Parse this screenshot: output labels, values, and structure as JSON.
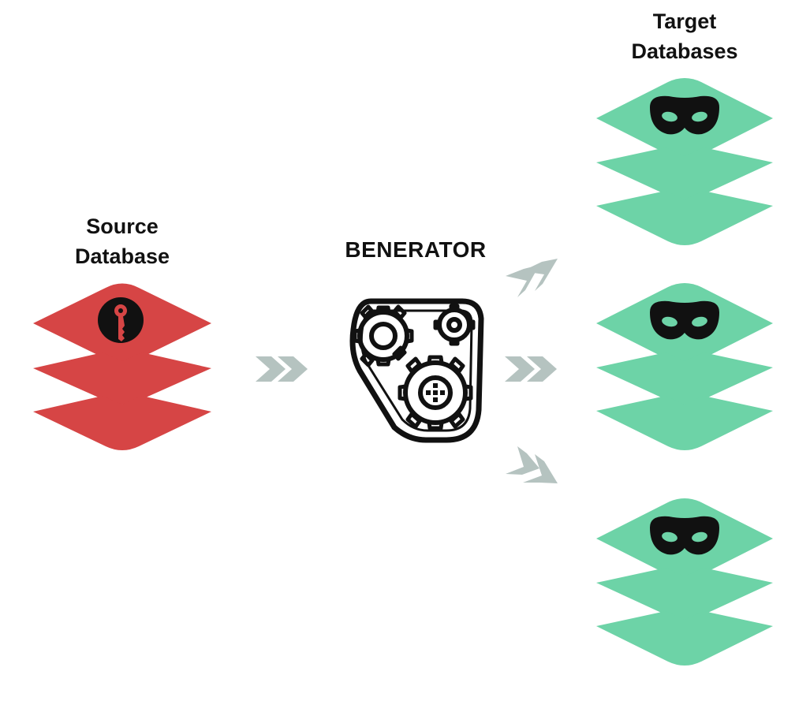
{
  "source": {
    "title_line1": "Source",
    "title_line2": "Database",
    "color": "#d64545",
    "icon": "key-icon"
  },
  "engine": {
    "title": "BENERATOR",
    "icon": "gears-icon"
  },
  "targets": {
    "title_line1": "Target",
    "title_line2": "Databases",
    "color": "#6dd3a7",
    "icon": "mask-icon",
    "count": 3
  },
  "arrow_color": "#b5c3c0"
}
